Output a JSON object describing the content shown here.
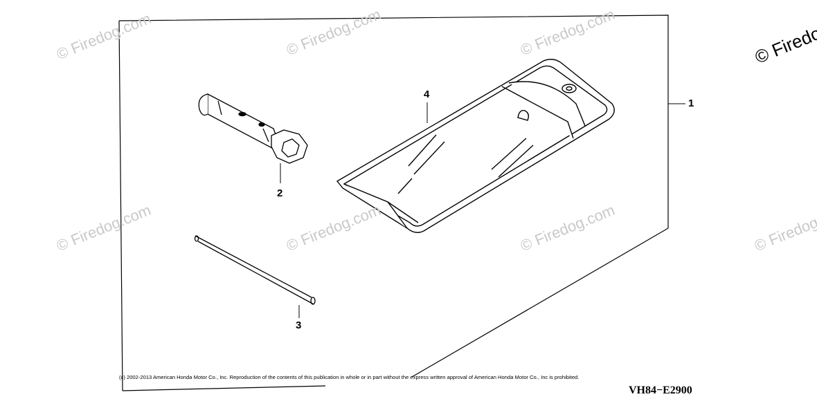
{
  "watermark": {
    "text": "© Firedog.com",
    "corner_text": "© Firedog"
  },
  "callouts": {
    "part_1": "1",
    "part_2": "2",
    "part_3": "3",
    "part_4": "4"
  },
  "footer": {
    "copyright": "(c) 2002-2013 American Honda Motor Co., Inc. Reproduction of the contents of this publication in whole or in part without the express written approval of American Honda Motor Co., Inc is prohibited.",
    "diagram_code": "VH84−E2900"
  }
}
